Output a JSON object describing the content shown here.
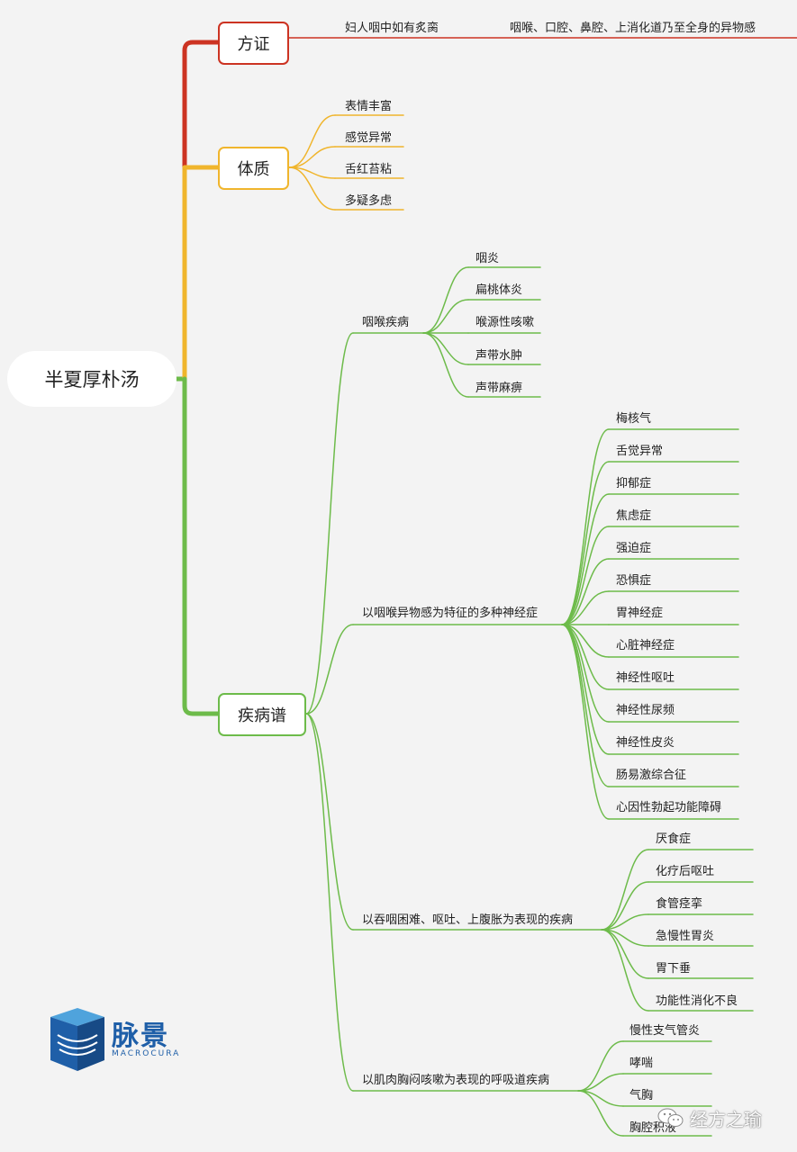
{
  "root": "半夏厚朴汤",
  "colors": {
    "fangzheng": "#cc3322",
    "tizhi": "#f0b52c",
    "jibing": "#6dbb4a"
  },
  "fangzheng": {
    "label": "方证",
    "items": [
      "妇人咽中如有炙脔",
      "咽喉、口腔、鼻腔、上消化道乃至全身的异物感"
    ]
  },
  "tizhi": {
    "label": "体质",
    "items": [
      "表情丰富",
      "感觉异常",
      "舌红苔粘",
      "多疑多虑"
    ]
  },
  "jibing": {
    "label": "疾病谱",
    "groups": [
      {
        "label": "咽喉疾病",
        "items": [
          "咽炎",
          "扁桃体炎",
          "喉源性咳嗽",
          "声带水肿",
          "声带麻痹"
        ]
      },
      {
        "label": "以咽喉异物感为特征的多种神经症",
        "items": [
          "梅核气",
          "舌觉异常",
          "抑郁症",
          "焦虑症",
          "强迫症",
          "恐惧症",
          "胃神经症",
          "心脏神经症",
          "神经性呕吐",
          "神经性尿频",
          "神经性皮炎",
          "肠易激综合征",
          "心因性勃起功能障碍"
        ]
      },
      {
        "label": "以吞咽困难、呕吐、上腹胀为表现的疾病",
        "items": [
          "厌食症",
          "化疗后呕吐",
          "食管痉挛",
          "急慢性胃炎",
          "胃下垂",
          "功能性消化不良"
        ]
      },
      {
        "label": "以肌肉胸闷咳嗽为表现的呼吸道疾病",
        "items": [
          "慢性支气管炎",
          "哮喘",
          "气胸",
          "胸腔积液"
        ]
      }
    ]
  },
  "logo": {
    "name": "脉景",
    "sub": "MACROCURA",
    "icon": "cube-logo-icon"
  },
  "watermark": {
    "text": "经方之瑜",
    "icon": "wechat-icon"
  }
}
